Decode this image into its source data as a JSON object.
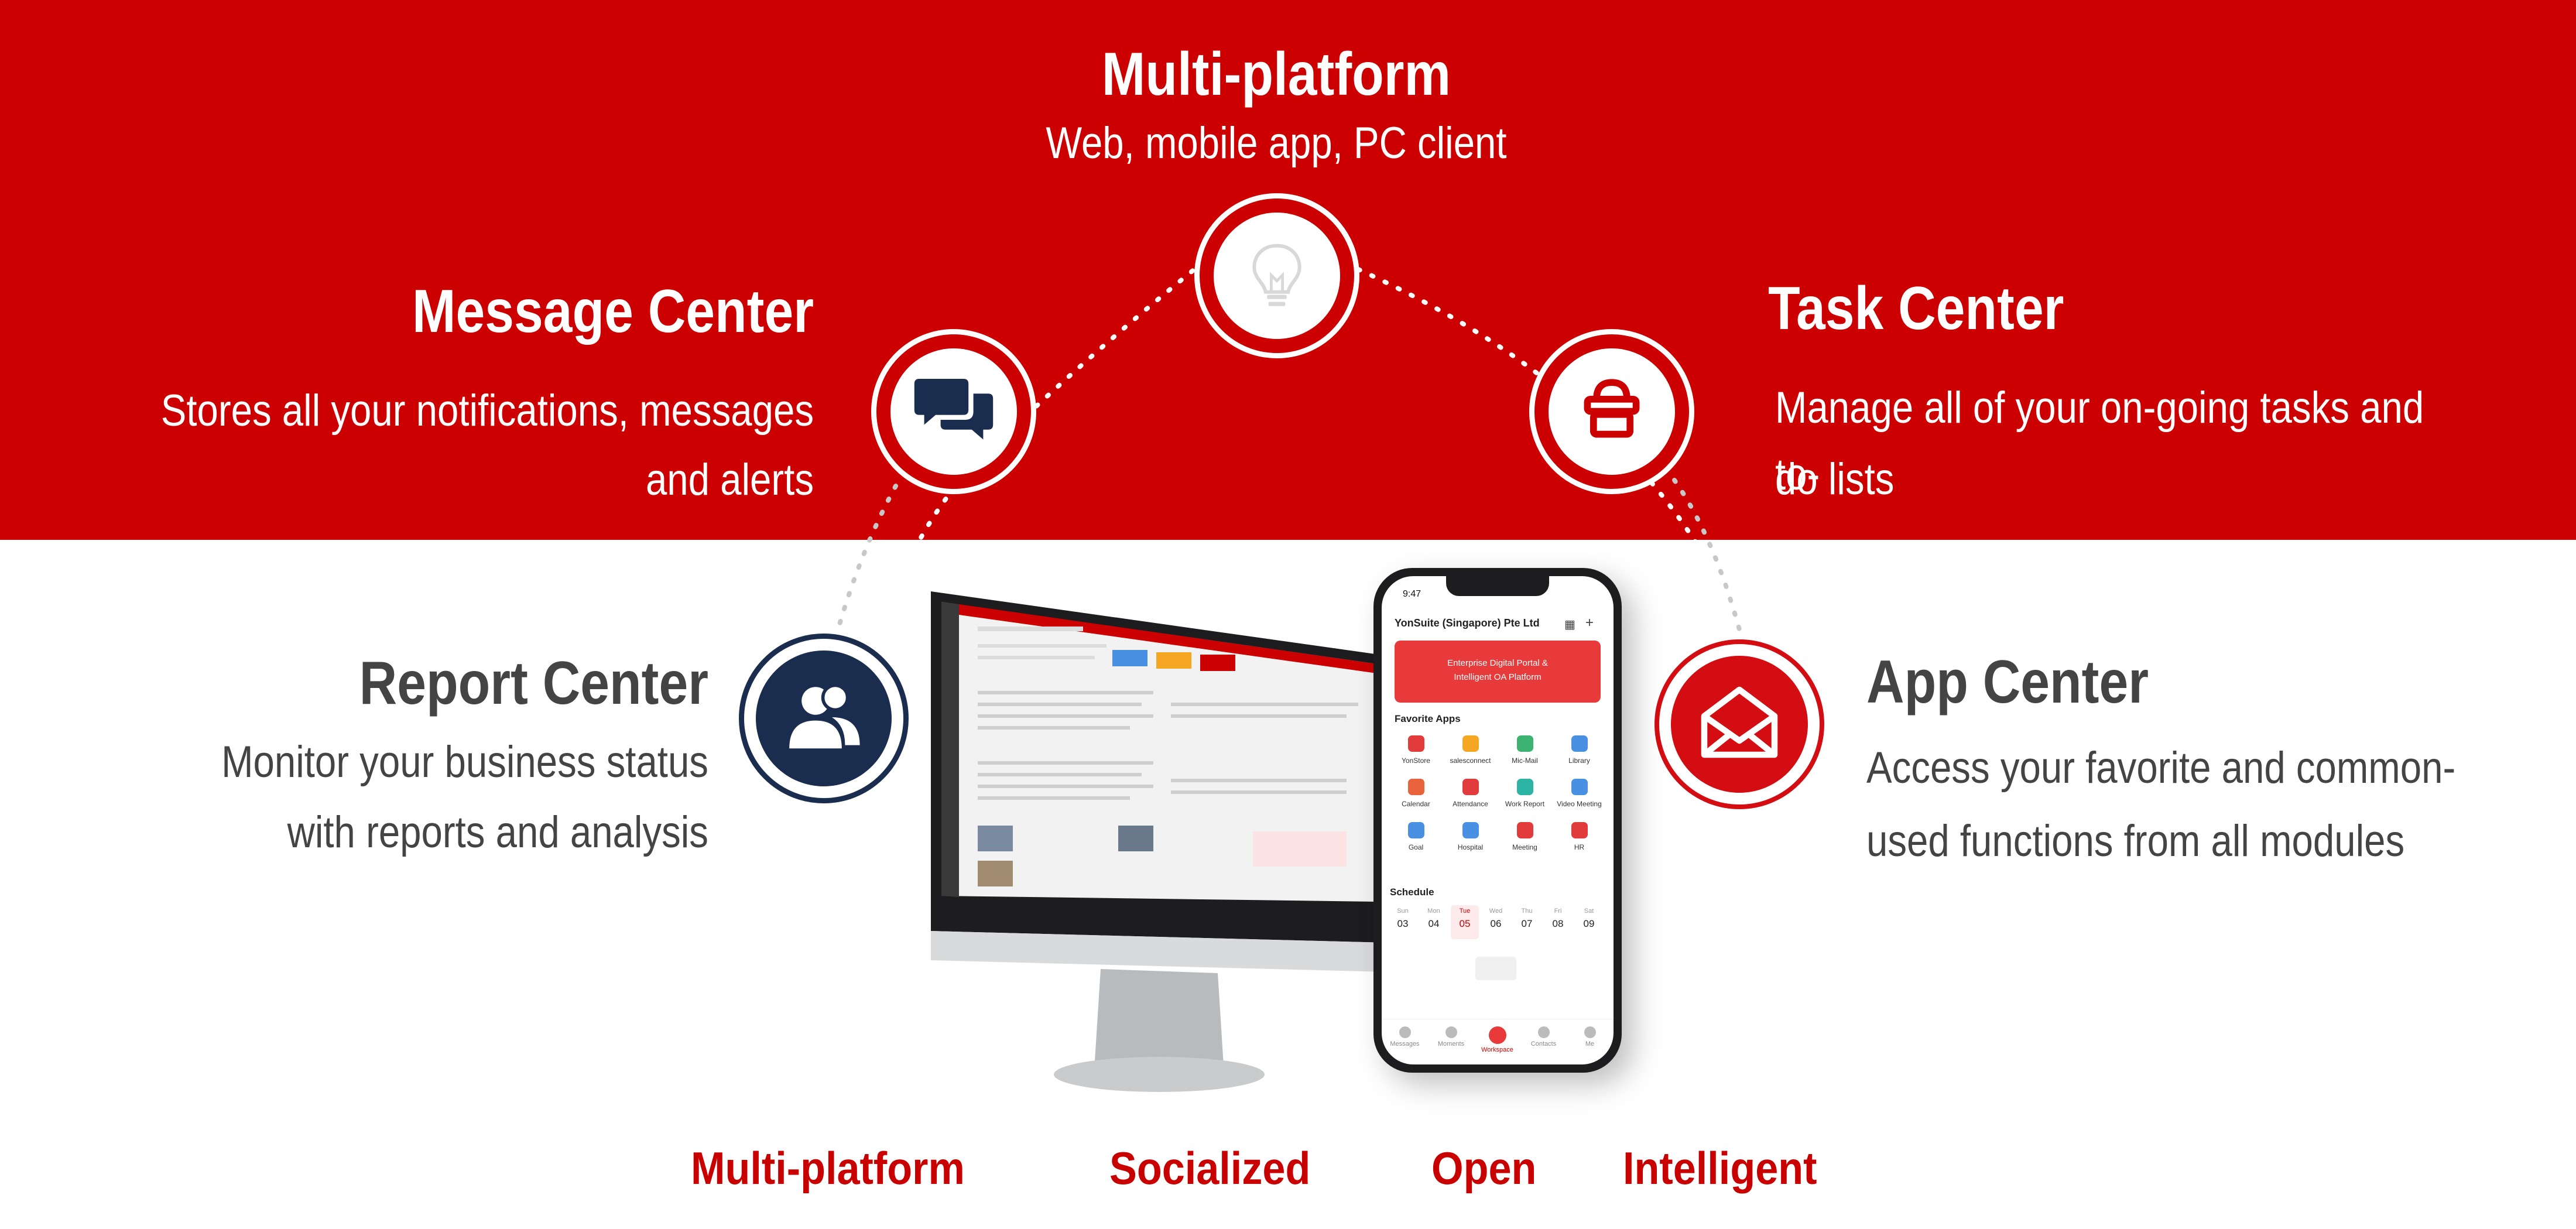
{
  "colors": {
    "brand_red": "#cc0000",
    "navy": "#1b2d4f",
    "text_dark": "#444444"
  },
  "features": {
    "multiplatform": {
      "title": "Multi-platform",
      "desc": "Web, mobile app, PC client",
      "icon": "lightbulb-icon"
    },
    "message": {
      "title": "Message Center",
      "desc_line1": "Stores all your notifications, messages",
      "desc_line2": "and alerts",
      "icon": "chat-bubbles-icon"
    },
    "task": {
      "title": "Task Center",
      "desc_line1": "Manage all of your on-going tasks and to-",
      "desc_line2": "do lists",
      "icon": "task-tray-icon"
    },
    "report": {
      "title": "Report Center",
      "desc_line1": "Monitor your business status",
      "desc_line2": "with reports and analysis",
      "icon": "users-icon"
    },
    "app": {
      "title": "App Center",
      "desc_line1": "Access your favorite and common-",
      "desc_line2": "used functions from all modules",
      "icon": "envelope-icon"
    }
  },
  "pillars": [
    "Multi-platform",
    "Socialized",
    "Open",
    "Intelligent"
  ],
  "phone": {
    "time": "9:47",
    "company": "YonSuite (Singapore) Pte Ltd",
    "banner_line1": "Enterprise Digital Portal &",
    "banner_line2": "Intelligent OA Platform",
    "favorites_label": "Favorite Apps",
    "apps": [
      "YonStore",
      "salesconnect",
      "Mic-Mail",
      "Library",
      "Calendar",
      "Attendance",
      "Work Report",
      "Video Meeting",
      "Goal",
      "Hospital",
      "Meeting",
      "HR"
    ],
    "app_colors": [
      "#e23b3b",
      "#f5a623",
      "#3cb371",
      "#4a90e2",
      "#e8623b",
      "#e23b3b",
      "#2bb3a3",
      "#4a90e2",
      "#4a90e2",
      "#4a90e2",
      "#e23b3b",
      "#e23b3b"
    ],
    "schedule_label": "Schedule",
    "days": [
      "Sun",
      "Mon",
      "Tue",
      "Wed",
      "Thu",
      "Fri",
      "Sat"
    ],
    "dates": [
      "03",
      "04",
      "05",
      "06",
      "07",
      "08",
      "09"
    ],
    "tabs": [
      "Messages",
      "Moments",
      "Workspace",
      "Contacts",
      "Me"
    ]
  }
}
